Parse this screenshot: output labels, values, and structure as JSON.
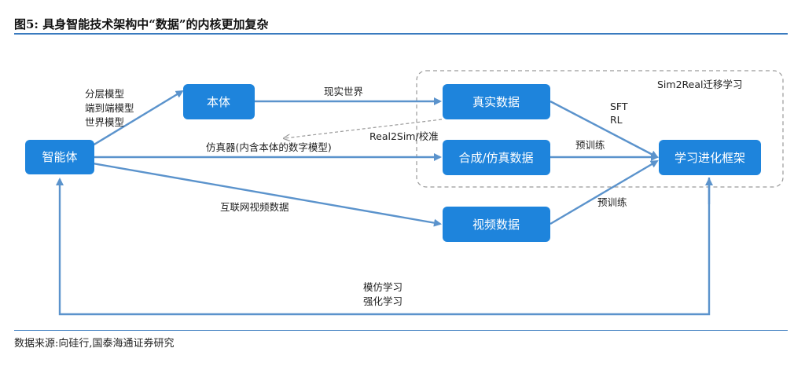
{
  "header": {
    "title": "图5:  具身智能技术架构中“数据”的内核更加复杂"
  },
  "footer": {
    "source": "数据来源:向硅行,国泰海通证券研究"
  },
  "diagram": {
    "nodes": {
      "agent": "智能体",
      "body": "本体",
      "real_data": "真实数据",
      "synth_data": "合成/仿真数据",
      "video_data": "视频数据",
      "framework": "学习进化框架"
    },
    "group_label": "Sim2Real迁移学习",
    "edge_labels": {
      "agent_models": [
        "分层模型",
        "端到端模型",
        "世界模型"
      ],
      "body_to_real": "现实世界",
      "real2sim": "Real2Sim/校准",
      "simulator": "仿真器(内含本体的数字模型)",
      "internet_video": "互联网视频数据",
      "sft_rl": [
        "SFT",
        "RL"
      ],
      "pretrain_synth": "预训练",
      "pretrain_video": "预训练",
      "feedback": [
        "模仿学习",
        "强化学习"
      ]
    }
  }
}
